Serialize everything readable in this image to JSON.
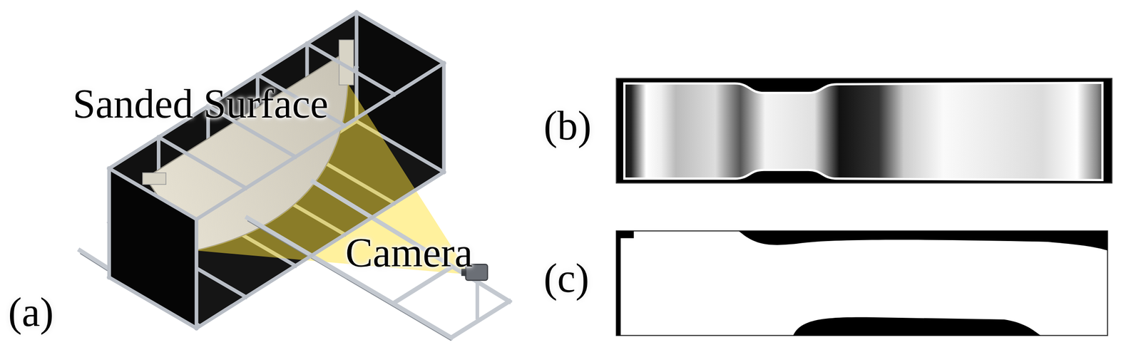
{
  "diagram": {
    "labels": [
      "Sanded Surface",
      "Camera",
      "(a)",
      "(b)",
      "(c)"
    ]
  }
}
